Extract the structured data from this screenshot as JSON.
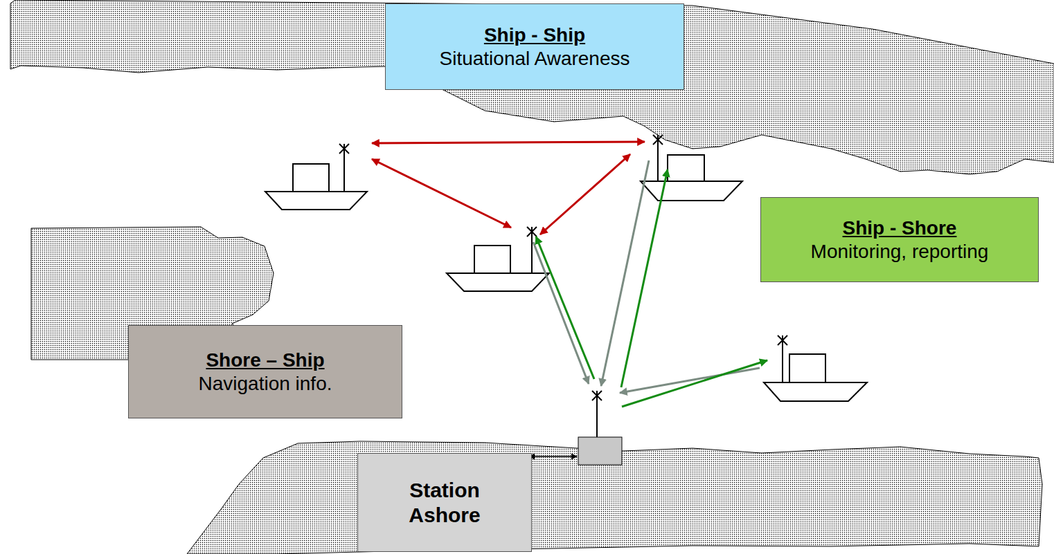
{
  "diagram": {
    "nodes": [
      {
        "text": [
          "Ship - Ship",
          "Situational Awareness"
        ]
      },
      {
        "text": [
          "Ship - Shore",
          "Monitoring, reporting"
        ]
      },
      {
        "text": [
          "Shore – Ship",
          "Navigation info."
        ]
      },
      {
        "text": [
          "Station Ashore"
        ]
      }
    ]
  }
}
